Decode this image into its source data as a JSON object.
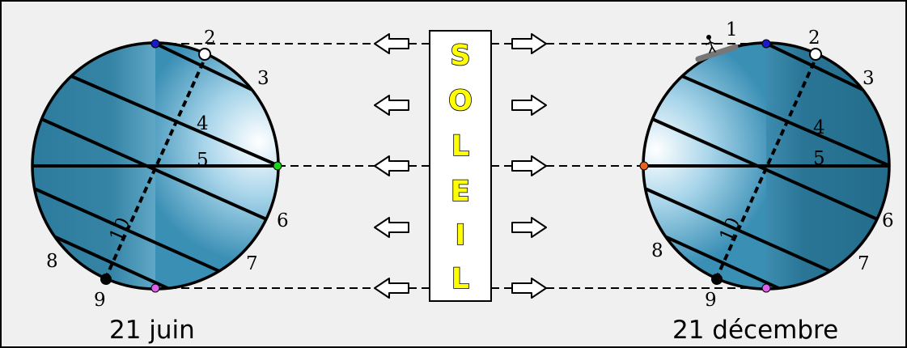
{
  "center_title": {
    "letters": [
      "S",
      "O",
      "L",
      "E",
      "I",
      "L"
    ]
  },
  "globes": [
    {
      "caption": "21 juin",
      "labels": [
        "2",
        "3",
        "4",
        "5",
        "6",
        "7",
        "8",
        "9",
        "10"
      ]
    },
    {
      "caption": "21 décembre",
      "labels": [
        "1",
        "2",
        "3",
        "4",
        "5",
        "6",
        "7",
        "8",
        "9",
        "10"
      ]
    }
  ],
  "colors": {
    "background": "#f0f0f0",
    "globe_dark": "#2a7899",
    "globe_light": "#e9f5fb",
    "line": "#000000",
    "sun_letters": "#ffff00",
    "dot_pole": "#1a1acc",
    "dot_equator_summer": "#19d619",
    "dot_equator_winter": "#e86020",
    "dot_south": "#e060e8"
  }
}
